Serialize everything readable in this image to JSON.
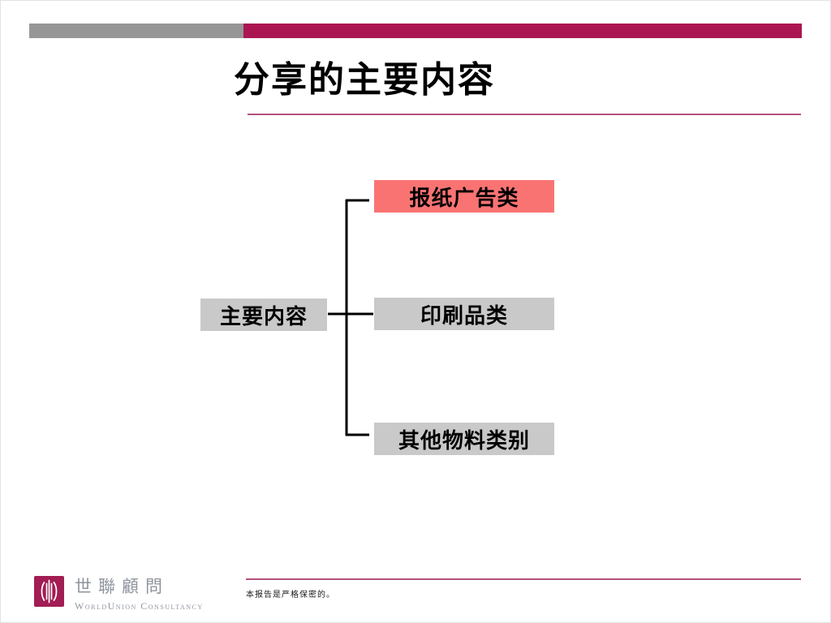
{
  "slide": {
    "title": "分享的主要内容",
    "footer": {
      "logo_cn": "世聯顧問",
      "logo_en": "WorldUnion Consultancy",
      "disclaimer": "本报告是严格保密的。"
    }
  },
  "diagram": {
    "root": {
      "label": "主要内容"
    },
    "branches": [
      {
        "label": "报纸广告类",
        "highlight": true
      },
      {
        "label": "印刷品类",
        "highlight": false
      },
      {
        "label": "其他物料类别",
        "highlight": false
      }
    ]
  },
  "colors": {
    "bar_gray": "#969696",
    "bar_crimson": "#ab1652",
    "underline_pink": "#b5517f",
    "box_gray": "#c9c9c9",
    "box_highlight": "#fa7373",
    "logo_maroon": "#a21d53",
    "logo_text_gray": "#8f959e",
    "connector_black": "#000000"
  }
}
